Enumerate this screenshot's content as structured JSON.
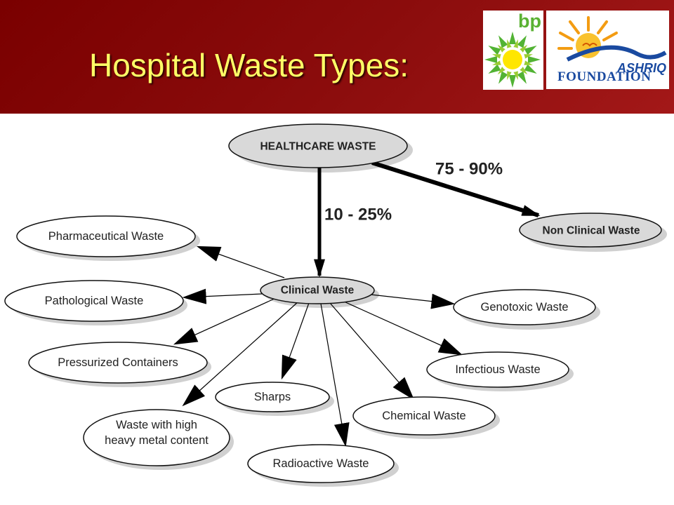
{
  "slide": {
    "title": "Hospital Waste Types:"
  },
  "logos": {
    "bp_text": "bp",
    "foundation_m": "ASHRIQ",
    "foundation_name": "FOUNDATION"
  },
  "diagram": {
    "root": "HEALTHCARE WASTE",
    "clinical": "Clinical Waste",
    "non_clinical": "Non Clinical Waste",
    "clinical_share": "10 - 25%",
    "non_clinical_share": "75 - 90%",
    "categories": [
      "Pharmaceutical Waste",
      "Pathological Waste",
      "Pressurized Containers",
      "Waste with high",
      "heavy metal content",
      "Sharps",
      "Radioactive Waste",
      "Chemical Waste",
      "Infectious Waste",
      "Genotoxic Waste"
    ]
  }
}
